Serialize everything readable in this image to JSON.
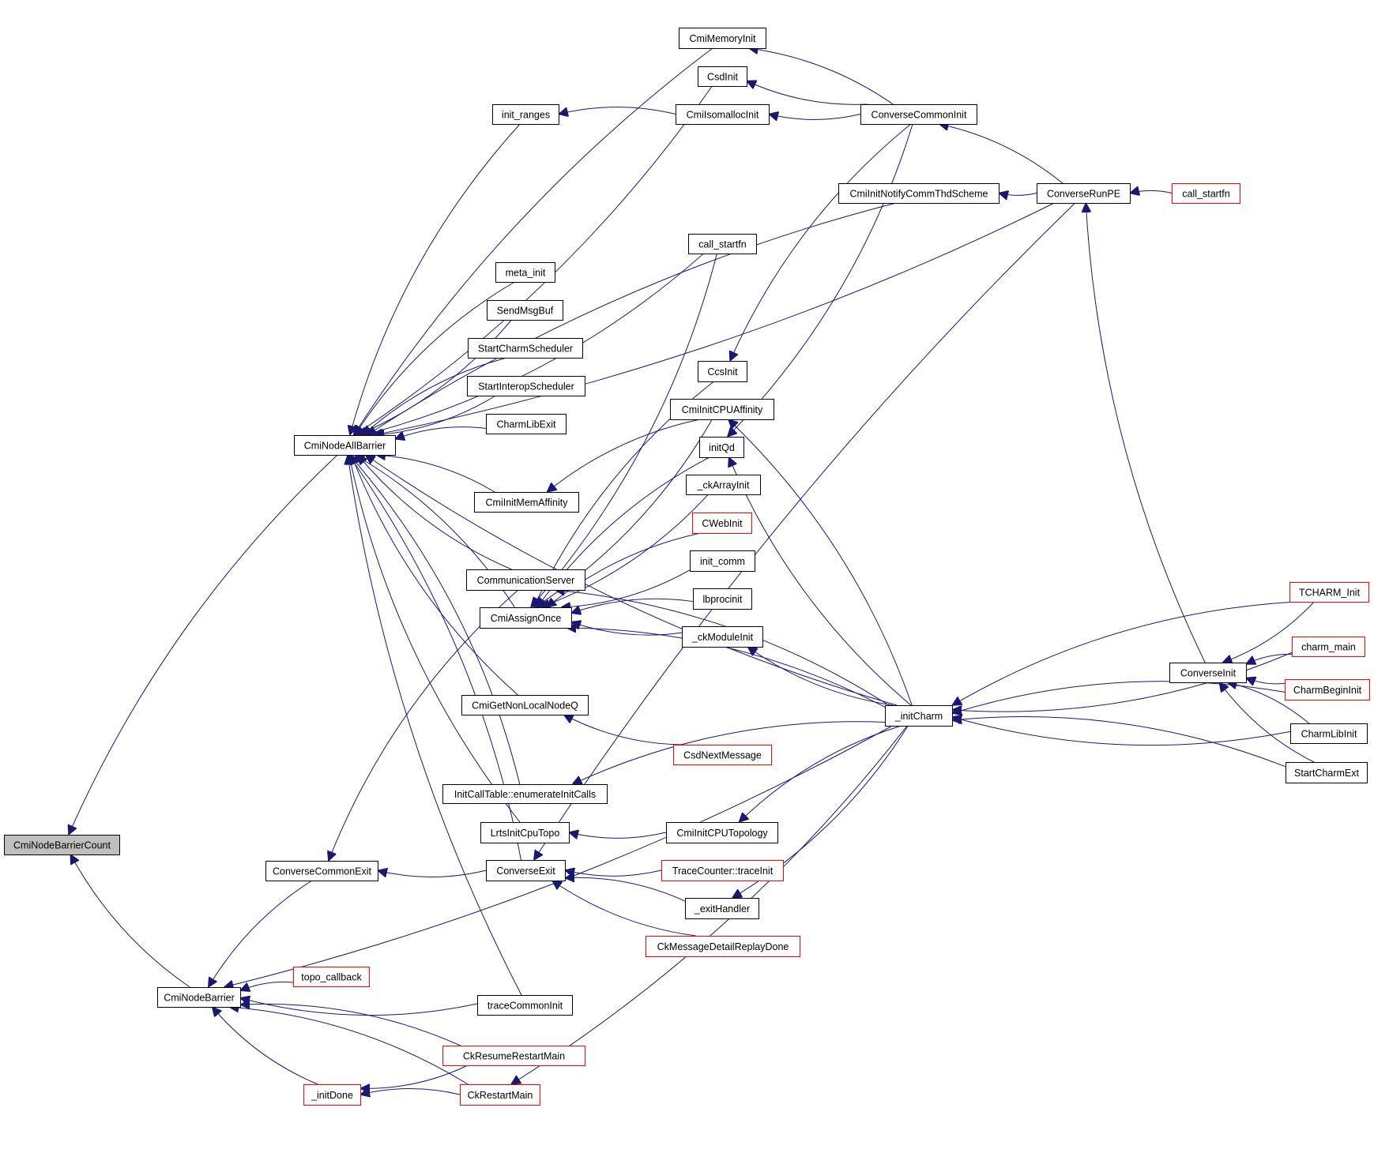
{
  "title": "CmiNodeBarrierCount caller graph",
  "colors": {
    "edge": "#191970",
    "node_border": "#000000",
    "node_border_truncated": "#ff0000",
    "node_fill": "#ffffff",
    "focus_fill": "#bfbfbf"
  },
  "nodes": [
    {
      "id": "CmiNodeBarrierCount",
      "label": "CmiNodeBarrierCount",
      "style": "focus"
    },
    {
      "id": "CmiNodeAllBarrier",
      "label": "CmiNodeAllBarrier",
      "style": "normal"
    },
    {
      "id": "CmiNodeBarrier",
      "label": "CmiNodeBarrier",
      "style": "normal"
    },
    {
      "id": "CmiMemoryInit",
      "label": "CmiMemoryInit",
      "style": "normal"
    },
    {
      "id": "CsdInit",
      "label": "CsdInit",
      "style": "normal"
    },
    {
      "id": "init_ranges",
      "label": "init_ranges",
      "style": "normal"
    },
    {
      "id": "CmiIsomallocInit",
      "label": "CmiIsomallocInit",
      "style": "normal"
    },
    {
      "id": "ConverseCommonInit",
      "label": "ConverseCommonInit",
      "style": "normal"
    },
    {
      "id": "CmiInitNotifyCommThdScheme",
      "label": "CmiInitNotifyCommThdScheme",
      "style": "normal"
    },
    {
      "id": "ConverseRunPE",
      "label": "ConverseRunPE",
      "style": "normal"
    },
    {
      "id": "call_startfn_r",
      "label": "call_startfn",
      "style": "truncated"
    },
    {
      "id": "call_startfn",
      "label": "call_startfn",
      "style": "normal"
    },
    {
      "id": "meta_init",
      "label": "meta_init",
      "style": "normal"
    },
    {
      "id": "SendMsgBuf",
      "label": "SendMsgBuf",
      "style": "normal"
    },
    {
      "id": "StartCharmScheduler",
      "label": "StartCharmScheduler",
      "style": "normal"
    },
    {
      "id": "StartInteropScheduler",
      "label": "StartInteropScheduler",
      "style": "normal"
    },
    {
      "id": "CharmLibExit",
      "label": "CharmLibExit",
      "style": "normal"
    },
    {
      "id": "CcsInit",
      "label": "CcsInit",
      "style": "normal"
    },
    {
      "id": "CmiInitCPUAffinity",
      "label": "CmiInitCPUAffinity",
      "style": "normal"
    },
    {
      "id": "initQd",
      "label": "initQd",
      "style": "normal"
    },
    {
      "id": "CmiInitMemAffinity",
      "label": "CmiInitMemAffinity",
      "style": "normal"
    },
    {
      "id": "_ckArrayInit",
      "label": "_ckArrayInit",
      "style": "normal"
    },
    {
      "id": "CWebInit",
      "label": "CWebInit",
      "style": "truncated"
    },
    {
      "id": "init_comm",
      "label": "init_comm",
      "style": "normal"
    },
    {
      "id": "lbprocinit",
      "label": "lbprocinit",
      "style": "normal"
    },
    {
      "id": "_ckModuleInit",
      "label": "_ckModuleInit",
      "style": "normal"
    },
    {
      "id": "CommunicationServer",
      "label": "CommunicationServer",
      "style": "normal"
    },
    {
      "id": "CmiAssignOnce",
      "label": "CmiAssignOnce",
      "style": "normal"
    },
    {
      "id": "CmiGetNonLocalNodeQ",
      "label": "CmiGetNonLocalNodeQ",
      "style": "normal"
    },
    {
      "id": "CsdNextMessage",
      "label": "CsdNextMessage",
      "style": "truncated"
    },
    {
      "id": "enumerateInitCalls",
      "label": "InitCallTable::enumerateInitCalls",
      "style": "normal"
    },
    {
      "id": "LrtsInitCpuTopo",
      "label": "LrtsInitCpuTopo",
      "style": "normal"
    },
    {
      "id": "CmiInitCPUTopology",
      "label": "CmiInitCPUTopology",
      "style": "normal"
    },
    {
      "id": "ConverseCommonExit",
      "label": "ConverseCommonExit",
      "style": "normal"
    },
    {
      "id": "ConverseExit",
      "label": "ConverseExit",
      "style": "normal"
    },
    {
      "id": "traceInit",
      "label": "TraceCounter::traceInit",
      "style": "truncated"
    },
    {
      "id": "_exitHandler",
      "label": "_exitHandler",
      "style": "normal"
    },
    {
      "id": "CkMessageDetailReplayDone",
      "label": "CkMessageDetailReplayDone",
      "style": "truncated"
    },
    {
      "id": "topo_callback",
      "label": "topo_callback",
      "style": "truncated"
    },
    {
      "id": "traceCommonInit",
      "label": "traceCommonInit",
      "style": "normal"
    },
    {
      "id": "CkResumeRestartMain",
      "label": "CkResumeRestartMain",
      "style": "truncated"
    },
    {
      "id": "_initDone",
      "label": "_initDone",
      "style": "truncated"
    },
    {
      "id": "CkRestartMain",
      "label": "CkRestartMain",
      "style": "truncated"
    },
    {
      "id": "_initCharm",
      "label": "_initCharm",
      "style": "normal"
    },
    {
      "id": "ConverseInit",
      "label": "ConverseInit",
      "style": "normal"
    },
    {
      "id": "TCHARM_Init",
      "label": "TCHARM_Init",
      "style": "truncated"
    },
    {
      "id": "charm_main",
      "label": "charm_main",
      "style": "truncated"
    },
    {
      "id": "CharmBeginInit",
      "label": "CharmBeginInit",
      "style": "truncated"
    },
    {
      "id": "CharmLibInit",
      "label": "CharmLibInit",
      "style": "normal"
    },
    {
      "id": "StartCharmExt",
      "label": "StartCharmExt",
      "style": "normal"
    }
  ],
  "edges": [
    {
      "from": "CmiNodeAllBarrier",
      "to": "CmiNodeBarrierCount"
    },
    {
      "from": "CmiNodeBarrier",
      "to": "CmiNodeBarrierCount"
    },
    {
      "from": "CmiMemoryInit",
      "to": "CmiNodeAllBarrier"
    },
    {
      "from": "CsdInit",
      "to": "CmiNodeAllBarrier"
    },
    {
      "from": "init_ranges",
      "to": "CmiNodeAllBarrier"
    },
    {
      "from": "ConverseRunPE",
      "to": "CmiNodeAllBarrier"
    },
    {
      "from": "CmiInitNotifyCommThdScheme",
      "to": "CmiNodeAllBarrier"
    },
    {
      "from": "call_startfn",
      "to": "CmiNodeAllBarrier"
    },
    {
      "from": "meta_init",
      "to": "CmiNodeAllBarrier"
    },
    {
      "from": "SendMsgBuf",
      "to": "CmiNodeAllBarrier"
    },
    {
      "from": "StartCharmScheduler",
      "to": "CmiNodeAllBarrier"
    },
    {
      "from": "StartInteropScheduler",
      "to": "CmiNodeAllBarrier"
    },
    {
      "from": "CharmLibExit",
      "to": "CmiNodeAllBarrier"
    },
    {
      "from": "_initCharm",
      "to": "CmiNodeAllBarrier"
    },
    {
      "from": "CmiInitMemAffinity",
      "to": "CmiNodeAllBarrier"
    },
    {
      "from": "CommunicationServer",
      "to": "CmiNodeAllBarrier"
    },
    {
      "from": "CmiAssignOnce",
      "to": "CmiNodeAllBarrier"
    },
    {
      "from": "CmiGetNonLocalNodeQ",
      "to": "CmiNodeAllBarrier"
    },
    {
      "from": "enumerateInitCalls",
      "to": "CmiNodeAllBarrier"
    },
    {
      "from": "LrtsInitCpuTopo",
      "to": "CmiNodeAllBarrier"
    },
    {
      "from": "ConverseExit",
      "to": "CmiNodeAllBarrier"
    },
    {
      "from": "traceCommonInit",
      "to": "CmiNodeAllBarrier"
    },
    {
      "from": "ConverseCommonInit",
      "to": "CmiMemoryInit"
    },
    {
      "from": "ConverseCommonInit",
      "to": "CsdInit"
    },
    {
      "from": "CmiIsomallocInit",
      "to": "init_ranges"
    },
    {
      "from": "ConverseCommonInit",
      "to": "CmiIsomallocInit"
    },
    {
      "from": "ConverseRunPE",
      "to": "ConverseCommonInit"
    },
    {
      "from": "ConverseRunPE",
      "to": "CmiInitNotifyCommThdScheme"
    },
    {
      "from": "call_startfn_r",
      "to": "ConverseRunPE"
    },
    {
      "from": "ConverseInit",
      "to": "ConverseRunPE"
    },
    {
      "from": "ConverseCommonInit",
      "to": "CcsInit"
    },
    {
      "from": "ConverseCommonInit",
      "to": "initQd"
    },
    {
      "from": "_initCharm",
      "to": "CmiInitCPUAffinity"
    },
    {
      "from": "_initCharm",
      "to": "initQd"
    },
    {
      "from": "CmiInitCPUAffinity",
      "to": "CmiInitMemAffinity"
    },
    {
      "from": "call_startfn",
      "to": "CmiAssignOnce"
    },
    {
      "from": "CcsInit",
      "to": "CmiAssignOnce"
    },
    {
      "from": "CmiInitCPUAffinity",
      "to": "CmiAssignOnce"
    },
    {
      "from": "initQd",
      "to": "CmiAssignOnce"
    },
    {
      "from": "_ckArrayInit",
      "to": "CmiAssignOnce"
    },
    {
      "from": "CWebInit",
      "to": "CmiAssignOnce"
    },
    {
      "from": "init_comm",
      "to": "CmiAssignOnce"
    },
    {
      "from": "lbprocinit",
      "to": "CmiAssignOnce"
    },
    {
      "from": "_ckModuleInit",
      "to": "CmiAssignOnce"
    },
    {
      "from": "_initCharm",
      "to": "CmiAssignOnce"
    },
    {
      "from": "_initCharm",
      "to": "_ckModuleInit"
    },
    {
      "from": "_initCharm",
      "to": "CommunicationServer"
    },
    {
      "from": "CsdNextMessage",
      "to": "CmiGetNonLocalNodeQ"
    },
    {
      "from": "_initCharm",
      "to": "enumerateInitCalls"
    },
    {
      "from": "CmiInitCPUTopology",
      "to": "LrtsInitCpuTopo"
    },
    {
      "from": "_initCharm",
      "to": "CmiInitCPUTopology"
    },
    {
      "from": "ConverseExit",
      "to": "ConverseCommonExit"
    },
    {
      "from": "CommunicationServer",
      "to": "ConverseCommonExit"
    },
    {
      "from": "traceInit",
      "to": "ConverseExit"
    },
    {
      "from": "_exitHandler",
      "to": "ConverseExit"
    },
    {
      "from": "CkMessageDetailReplayDone",
      "to": "ConverseExit"
    },
    {
      "from": "ConverseRunPE",
      "to": "ConverseExit"
    },
    {
      "from": "_initCharm",
      "to": "_exitHandler"
    },
    {
      "from": "ConverseCommonExit",
      "to": "CmiNodeBarrier"
    },
    {
      "from": "_initCharm",
      "to": "CmiNodeBarrier"
    },
    {
      "from": "topo_callback",
      "to": "CmiNodeBarrier"
    },
    {
      "from": "traceCommonInit",
      "to": "CmiNodeBarrier"
    },
    {
      "from": "CkResumeRestartMain",
      "to": "CmiNodeBarrier"
    },
    {
      "from": "_initDone",
      "to": "CmiNodeBarrier"
    },
    {
      "from": "CkRestartMain",
      "to": "CmiNodeBarrier"
    },
    {
      "from": "CkResumeRestartMain",
      "to": "_initDone"
    },
    {
      "from": "CkRestartMain",
      "to": "_initDone"
    },
    {
      "from": "_initCharm",
      "to": "CkRestartMain"
    },
    {
      "from": "TCHARM_Init",
      "to": "_initCharm"
    },
    {
      "from": "charm_main",
      "to": "_initCharm"
    },
    {
      "from": "CharmBeginInit",
      "to": "_initCharm"
    },
    {
      "from": "CharmLibInit",
      "to": "_initCharm"
    },
    {
      "from": "StartCharmExt",
      "to": "_initCharm"
    },
    {
      "from": "TCHARM_Init",
      "to": "ConverseInit"
    },
    {
      "from": "charm_main",
      "to": "ConverseInit"
    },
    {
      "from": "CharmBeginInit",
      "to": "ConverseInit"
    },
    {
      "from": "CharmLibInit",
      "to": "ConverseInit"
    },
    {
      "from": "StartCharmExt",
      "to": "ConverseInit"
    }
  ]
}
